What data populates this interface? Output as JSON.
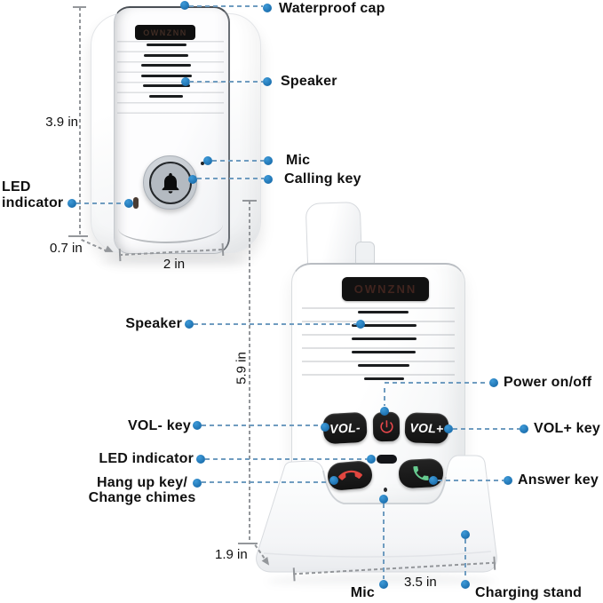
{
  "colors": {
    "callout_dot": "#1b6fae",
    "callout_line": "#6f9cc0",
    "dimension_line": "#94979b",
    "label_text": "#101010",
    "button_fill": "#191919",
    "power_icon": "#e8474b",
    "hang_up_icon": "#e2463f",
    "answer_icon": "#67cb90"
  },
  "doorbell": {
    "brand": "OWNZNN",
    "callouts": {
      "waterproof_cap": "Waterproof cap",
      "speaker": "Speaker",
      "mic": "Mic",
      "calling_key": "Calling key",
      "led_indicator": "LED indicator"
    },
    "dimensions": {
      "height": "3.9 in",
      "depth": "0.7 in",
      "width": "2 in"
    }
  },
  "handset": {
    "brand": "OWNZNN",
    "buttons": {
      "vol_minus": "VOL-",
      "vol_plus": "VOL+"
    },
    "callouts": {
      "speaker": "Speaker",
      "power": "Power on/off",
      "vol_minus_key": "VOL- key",
      "vol_plus_key": "VOL+ key",
      "led_indicator": "LED indicator",
      "hang_up_key_line1": "Hang up key/",
      "hang_up_key_line2": "Change chimes",
      "answer_key": "Answer key",
      "mic": "Mic",
      "charging_stand": "Charging stand"
    },
    "dimensions": {
      "height": "5.9 in",
      "stand_depth": "1.9 in",
      "stand_width": "3.5 in"
    }
  }
}
